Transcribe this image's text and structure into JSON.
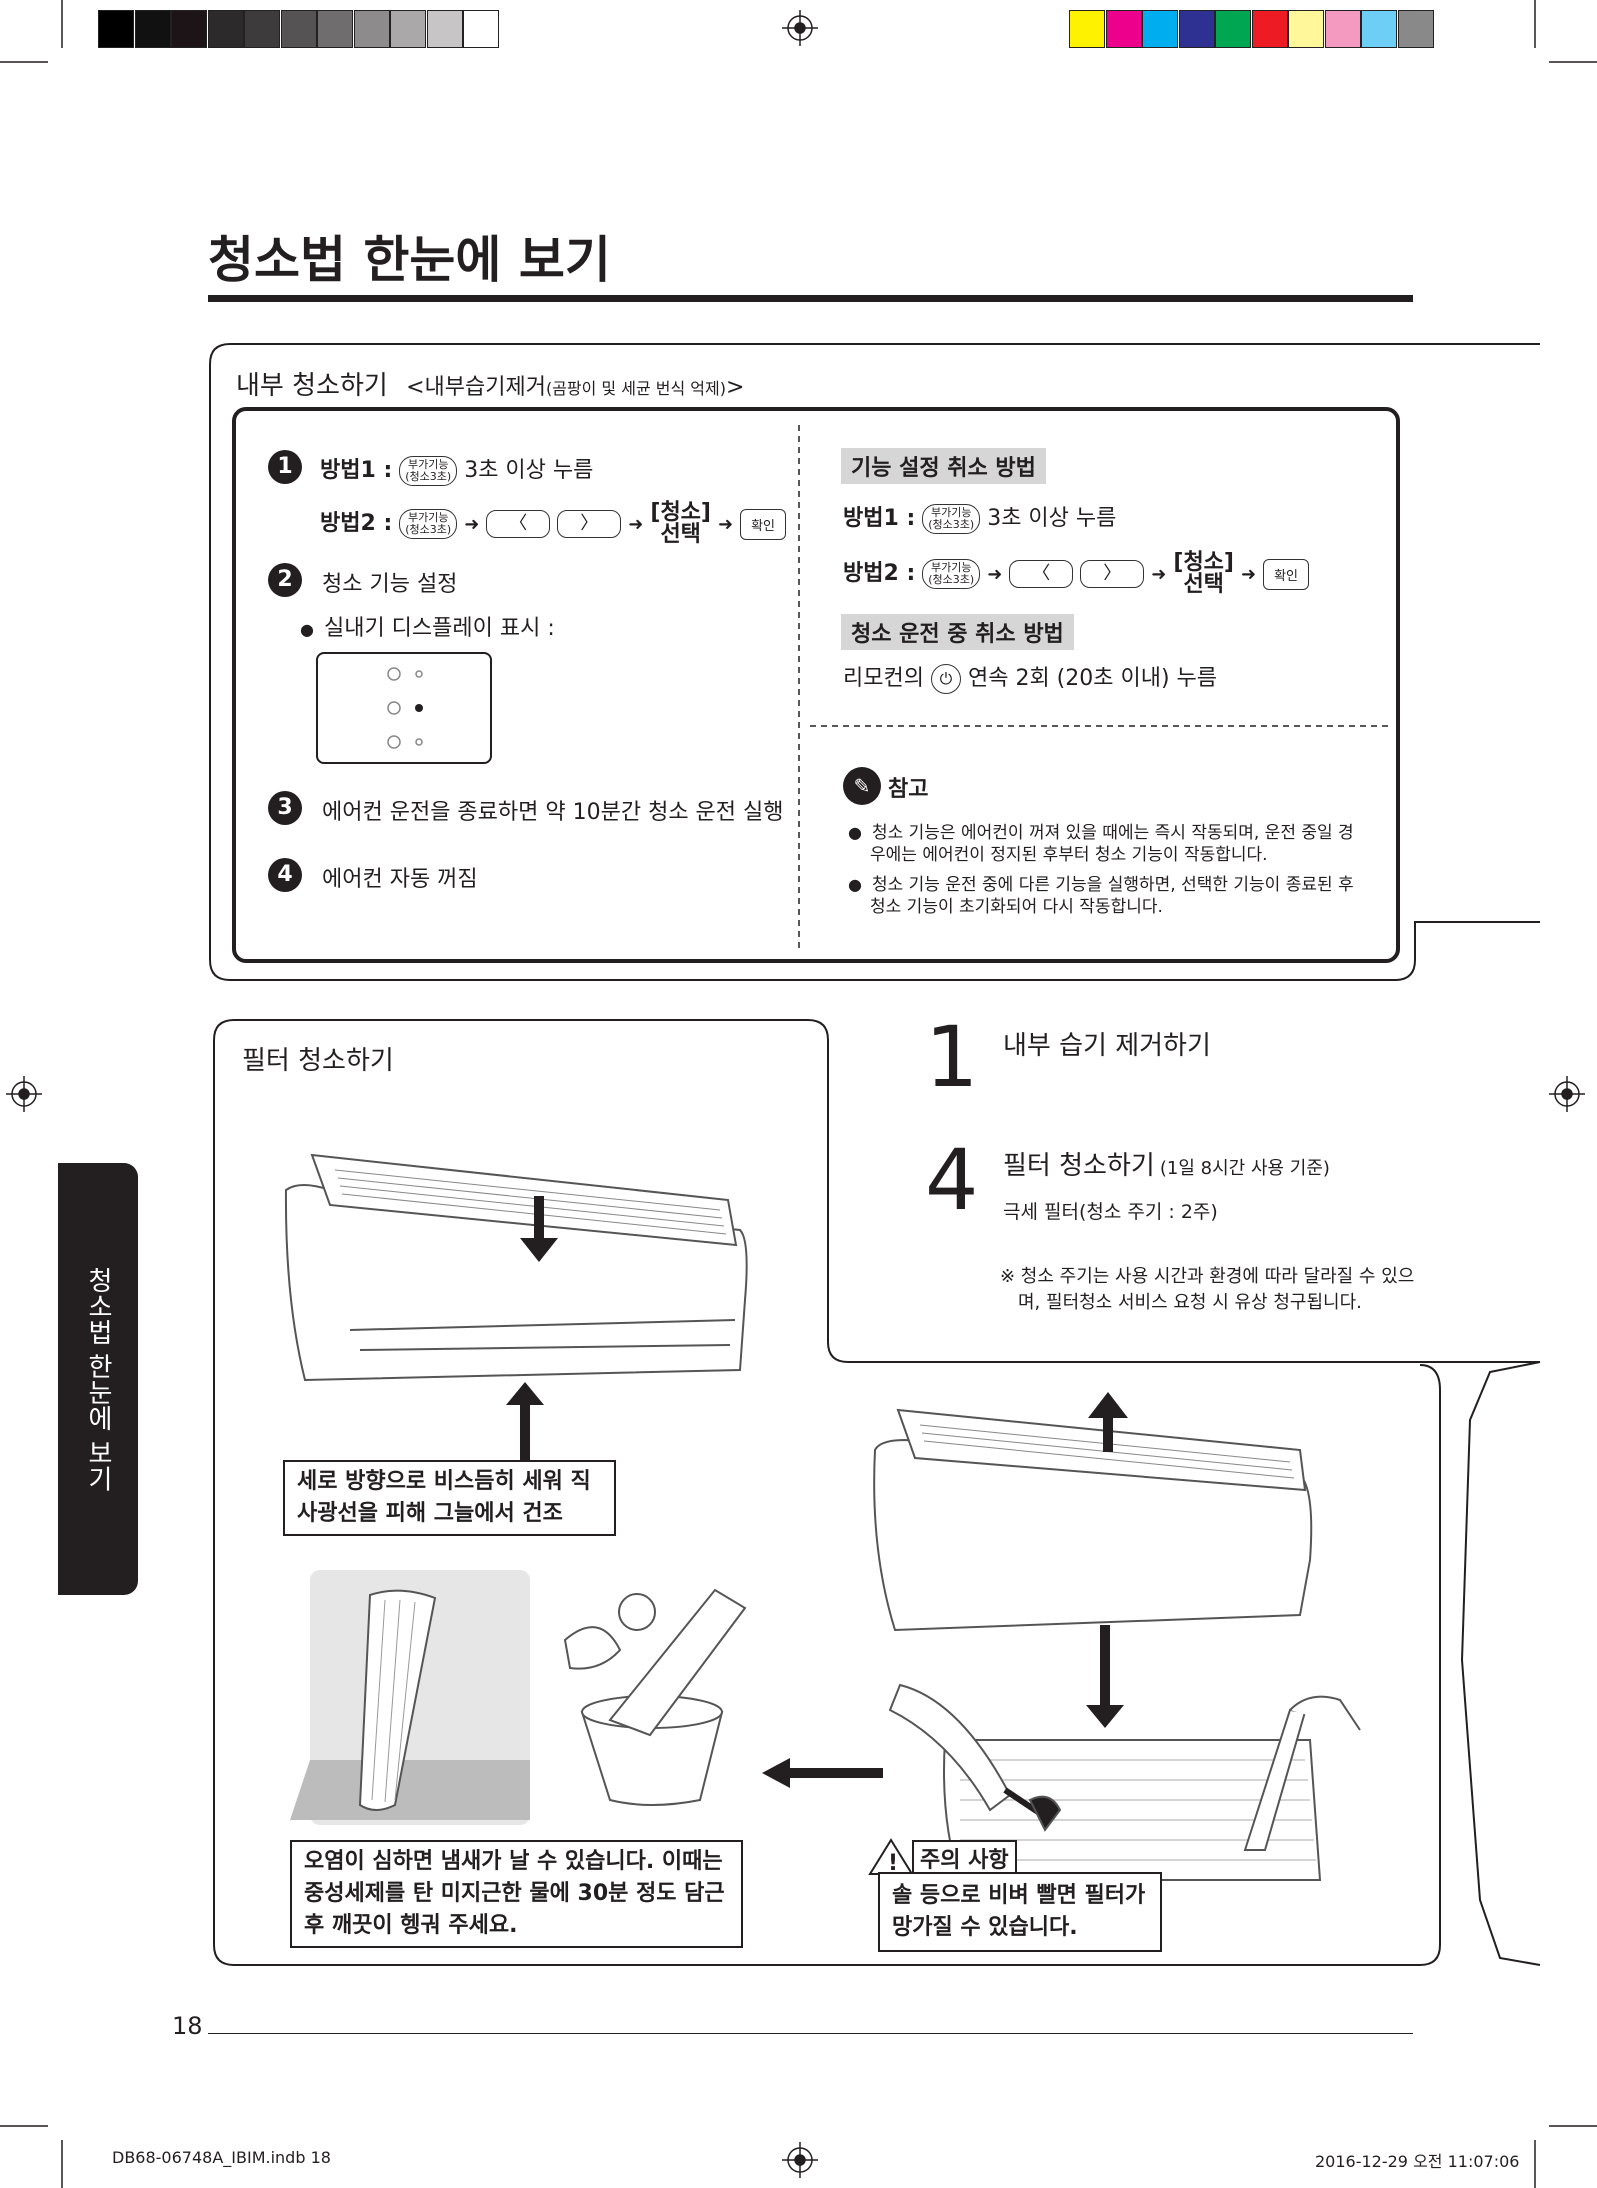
{
  "page_title": "청소법 한눈에 보기",
  "side_tab": "청소법 한눈에 보기",
  "page_number": "18",
  "footer_left": "DB68-06748A_IBIM.indb   18",
  "footer_right": "2016-12-29   오전 11:07:06",
  "colors": {
    "gray_swatches": [
      "#000000",
      "#111111",
      "#1c1416",
      "#2c2a2b",
      "#3d3b3c",
      "#555354",
      "#6f6d6e",
      "#8d8b8c",
      "#aaa8a9",
      "#c7c5c6",
      "#ffffff"
    ],
    "color_swatches": [
      "#fff200",
      "#ec008c",
      "#00aeef",
      "#2e3192",
      "#00a651",
      "#ed1c24",
      "#fff799",
      "#f49ac1",
      "#6dcff6",
      "#898989"
    ]
  },
  "internal": {
    "heading": "내부 청소하기",
    "subheading_main": "<내부습기제거",
    "subheading_paren": "(곰팡이 및 세균 번식 억제)",
    "subheading_end": ">",
    "step1_method1_label": "방법1 :",
    "step1_method1_btn_top": "부가기능",
    "step1_method1_btn_bottom": "(청소3초)",
    "step1_method1_text": "3초 이상 누름",
    "step1_method2_label": "방법2 :",
    "step1_method2_btn_top": "부가기능",
    "step1_method2_btn_bottom": "(청소3초)",
    "left_arrow": "〈",
    "right_arrow": "〉",
    "select_top": "[청소]",
    "select_bottom": "선택",
    "confirm": "확인",
    "step2_text": "청소 기능 설정",
    "step2_bullet": "실내기 디스플레이 표시 :",
    "step3_text": "에어컨 운전을 종료하면 약 10분간 청소 운전 실행",
    "step4_text": "에어컨 자동 꺼짐",
    "cancel_heading": "기능 설정 취소 방법",
    "cancel_m1_label": "방법1 :",
    "cancel_m1_text": "3초 이상 누름",
    "cancel_m2_label": "방법2 :",
    "during_heading": "청소 운전 중 취소 방법",
    "during_text_a": "리모컨의",
    "during_text_b": "연속 2회 (20초 이내) 누름",
    "note_title": "참고",
    "note1": "청소 기능은 에어컨이 꺼져 있을 때에는 즉시 작동되며, 운전 중일 경우에는 에어컨이 정지된 후부터 청소 기능이 작동합니다.",
    "note2": "청소 기능 운전 중에 다른 기능을 실행하면, 선택한 기능이 종료된 후 청소 기능이 초기화되어 다시 작동합니다."
  },
  "filter": {
    "heading": "필터 청소하기",
    "big1": "1",
    "big1_text": "내부 습기 제거하기",
    "big4": "4",
    "big4_text": "필터 청소하기",
    "big4_sub": "(1일 8시간 사용 기준)",
    "big4_detail": "극세 필터(청소 주기 : 2주)",
    "remark": "※ 청소 주기는 사용 시간과 환경에 따라 달라질 수 있으며, 필터청소 서비스 요청 시 유상 청구됩니다.",
    "dry_callout": "세로 방향으로 비스듬히 세워 직사광선을 피해 그늘에서 건조",
    "wash_callout": "오염이 심하면 냄새가 날 수 있습니다. 이때는 중성세제를 탄 미지근한 물에 30분 정도 담근 후 깨끗이 헹궈 주세요.",
    "caution_title": "주의 사항",
    "caution_text": "솔 등으로 비벼 빨면 필터가 망가질 수 있습니다."
  }
}
